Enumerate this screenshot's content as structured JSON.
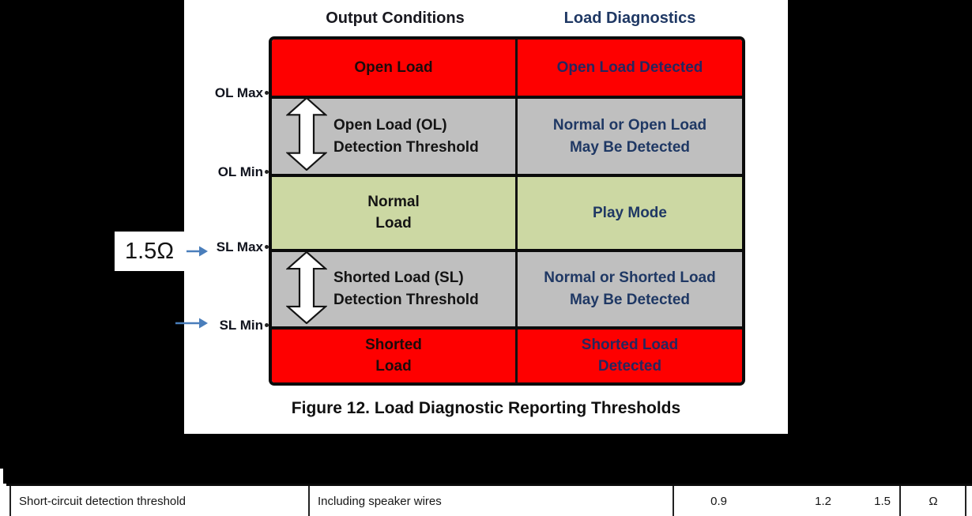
{
  "figure": {
    "header": {
      "col1": "Output Conditions",
      "col2": "Load Diagnostics"
    },
    "rows": [
      {
        "output": "Open Load",
        "diag": "Open Load Detected"
      },
      {
        "output": "Open Load (OL)\nDetection Threshold",
        "diag": "Normal or Open Load\nMay Be Detected"
      },
      {
        "output": "Normal\nLoad",
        "diag": "Play Mode"
      },
      {
        "output": "Shorted Load (SL)\nDetection Threshold",
        "diag": "Normal or Shorted Load\nMay Be Detected"
      },
      {
        "output": "Shorted\nLoad",
        "diag": "Shorted Load\nDetected"
      }
    ],
    "threshold_labels": [
      "OL Max",
      "OL Min",
      "SL Max",
      "SL Min"
    ],
    "caption": "Figure 12.  Load Diagnostic Reporting Thresholds",
    "annotation_value": "1.5Ω"
  },
  "spec_table": {
    "parameter": "Short-circuit detection threshold",
    "condition": "Including speaker wires",
    "min": "0.9",
    "typ": "1.2",
    "max": "1.5",
    "unit": "Ω"
  },
  "colors": {
    "fault_red": "#fe0000",
    "threshold_gray": "#bfbfbf",
    "normal_green": "#ccd8a3",
    "diag_navy": "#1f3864",
    "arrow_blue": "#4a7ebb"
  }
}
